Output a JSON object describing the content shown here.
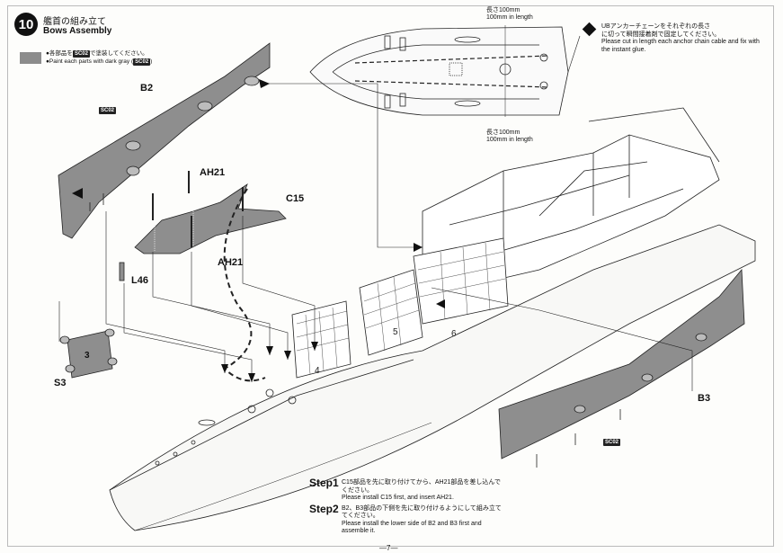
{
  "header": {
    "step_number": "10",
    "title_jp": "艦首の組み立て",
    "title_en": "Bows Assembly"
  },
  "paint_note": {
    "line1_pre": "●各部品を",
    "line1_code": "SC02",
    "line1_post": "で塗装してください。",
    "line2_pre": "●Paint each parts with dark gray (",
    "line2_code": "SC02",
    "line2_post": ")",
    "swatch_color": "#8c8c8c"
  },
  "parts": {
    "b2": "B2",
    "b3": "B3",
    "ah21_top": "AH21",
    "ah21_bottom": "AH21",
    "c15": "C15",
    "l46": "L46",
    "s3": "S3",
    "s3_mark": "3",
    "hull_4": "4",
    "hull_5": "5",
    "hull_6": "6"
  },
  "codes": {
    "b2_code": "SC02",
    "b3_code": "SC02"
  },
  "measurements": {
    "top_jp": "長さ100mm",
    "top_en": "100mm in length",
    "bottom_jp": "長さ100mm",
    "bottom_en": "100mm in length"
  },
  "anchor_note": {
    "jp1": "UBアンカーチェーンをそれぞれの長さ",
    "jp2": "に切って瞬間接着剤で固定してください。",
    "en": "Please cut in length each anchor chain cable and fix with the instant glue."
  },
  "steps": [
    {
      "label": "Step1",
      "jp": "C15部品を先に取り付けてから、AH21部品を差し込んでください。",
      "en": "Please install C15 first, and insert AH21."
    },
    {
      "label": "Step2",
      "jp": "B2、B3部品の下側を先に取り付けるようにして組み立ててください。",
      "en": "Please install the lower side of B2 and B3 first and assemble it."
    }
  ],
  "page_number": "—7—"
}
